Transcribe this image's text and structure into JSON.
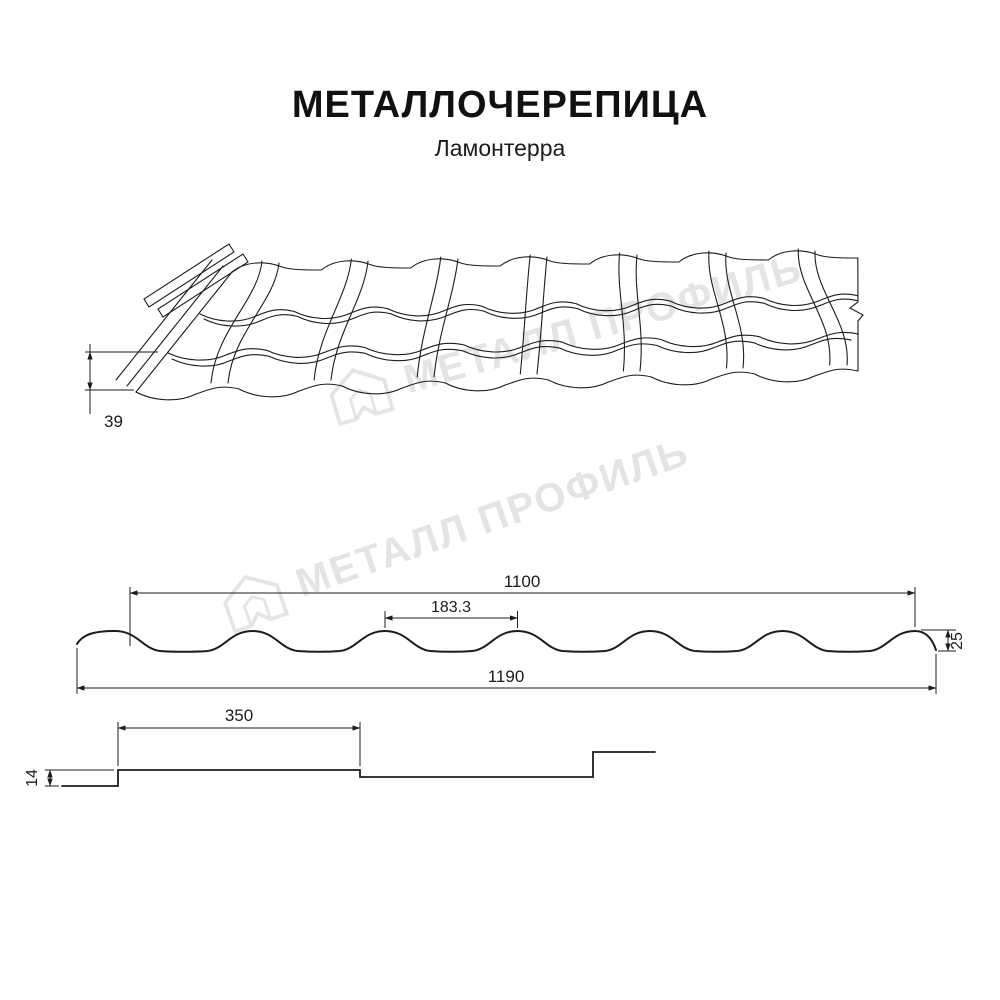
{
  "page": {
    "title": "МЕТАЛЛОЧЕРЕПИЦА",
    "subtitle": "Ламонтерра"
  },
  "watermark": {
    "brand": "МЕТАЛЛ ПРОФИЛЬ",
    "logo": "house-icon"
  },
  "dimensions": {
    "perspective_view": {
      "edge_height_mm": "39"
    },
    "profile_view": {
      "cover_width_mm": "1100",
      "wave_pitch_mm": "183.3",
      "profile_height_mm": "25",
      "overall_width_mm": "1190"
    },
    "side_view": {
      "step_length_mm": "350",
      "step_height_mm": "14"
    }
  },
  "colors": {
    "line": "#1c1c1c",
    "watermark": "#e4e4e4",
    "background": "#ffffff"
  }
}
